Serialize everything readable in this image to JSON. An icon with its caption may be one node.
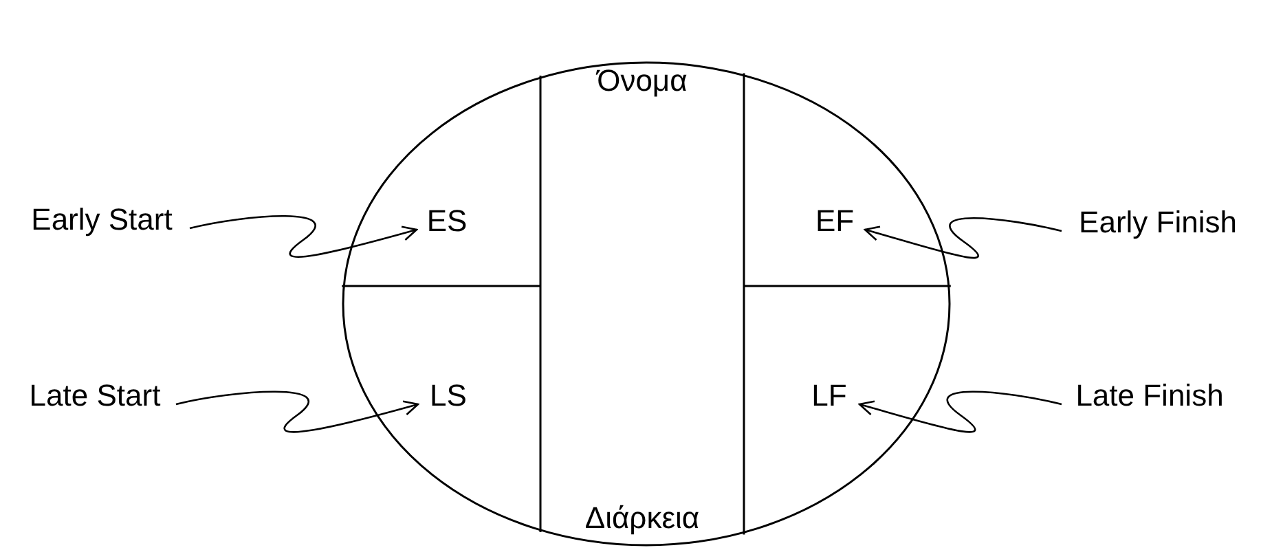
{
  "diagram": {
    "nodes": [
      {
        "text": [],
        "shape": "circle"
      },
      {
        "text": [
          "ES"
        ],
        "in": 0
      },
      {
        "text": [
          "Όνομα",
          "Διάρκεια"
        ],
        "in": 0
      },
      {
        "text": [
          "EF"
        ],
        "in": 0
      },
      {
        "text": [
          "LS"
        ],
        "in": 0
      },
      {
        "text": [
          "LF"
        ],
        "in": 0
      },
      {
        "text": [
          "Early Start"
        ]
      },
      {
        "text": [
          "Early Finish"
        ]
      },
      {
        "text": [
          "Late Start"
        ]
      },
      {
        "text": [
          "Late Finish"
        ]
      }
    ],
    "edges": [
      {
        "from": 6,
        "to": 1,
        "arrow": "to"
      },
      {
        "from": 7,
        "to": 3,
        "arrow": "to"
      },
      {
        "from": 8,
        "to": 4,
        "arrow": "to"
      },
      {
        "from": 9,
        "to": 5,
        "arrow": "to"
      }
    ]
  }
}
